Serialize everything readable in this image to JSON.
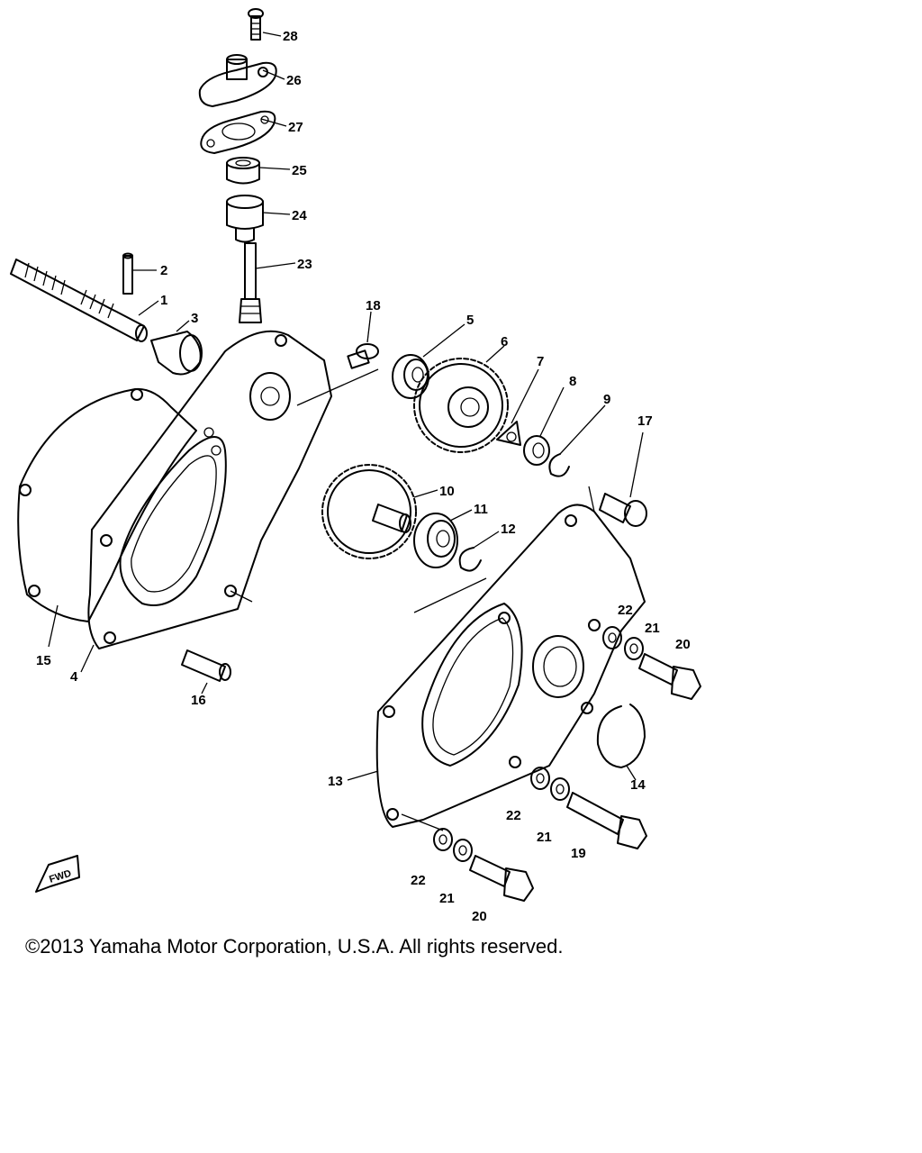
{
  "callouts": {
    "c1": "1",
    "c2": "2",
    "c3": "3",
    "c4": "4",
    "c5": "5",
    "c6": "6",
    "c7": "7",
    "c8": "8",
    "c9": "9",
    "c10": "10",
    "c11": "11",
    "c12": "12",
    "c13": "13",
    "c14": "14",
    "c15": "15",
    "c16": "16",
    "c17": "17",
    "c18": "18",
    "c19": "19",
    "c20a": "20",
    "c20b": "20",
    "c21a": "21",
    "c21b": "21",
    "c21c": "21",
    "c22a": "22",
    "c22b": "22",
    "c22c": "22",
    "c23": "23",
    "c24": "24",
    "c25": "25",
    "c26": "26",
    "c27": "27",
    "c28": "28"
  },
  "fwd_badge": "FWD",
  "copyright": "©2013 Yamaha Motor Corporation, U.S.A. All rights reserved."
}
